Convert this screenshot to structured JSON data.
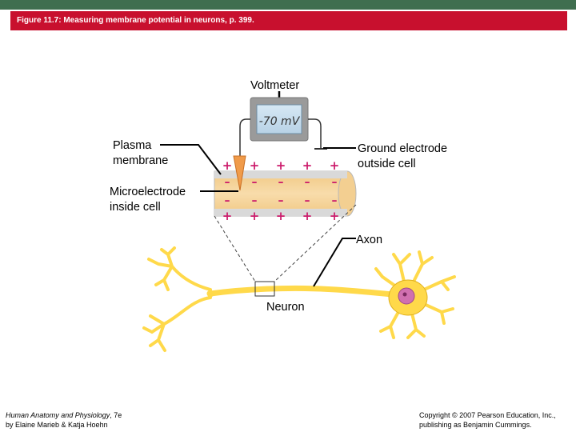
{
  "header": {
    "figure_title": "Figure 11.7: Measuring membrane potential in neurons, p. 399."
  },
  "diagram": {
    "labels": {
      "voltmeter": "Voltmeter",
      "display": "-70 mV",
      "plasma_membrane_1": "Plasma",
      "plasma_membrane_2": "membrane",
      "ground_1": "Ground electrode",
      "ground_2": "outside cell",
      "micro_1": "Microelectrode",
      "micro_2": "inside cell",
      "axon": "Axon",
      "neuron": "Neuron"
    },
    "charges": {
      "outside": "+",
      "inside": "–"
    },
    "colors": {
      "membrane": "#f3cf91",
      "membrane_edge": "#b8b8b8",
      "electrode": "#f09b4a",
      "charge": "#cc1b6b",
      "neuron": "#ffd94a",
      "neuron_edge": "#e0b020",
      "nucleus": "#d070b0"
    }
  },
  "footer": {
    "book_title": "Human Anatomy and Physiology",
    "edition": ", 7e",
    "authors": "by Elaine Marieb & Katja Hoehn",
    "copyright_1": "Copyright © 2007 Pearson Education, Inc.,",
    "copyright_2": "publishing as Benjamin Cummings."
  }
}
